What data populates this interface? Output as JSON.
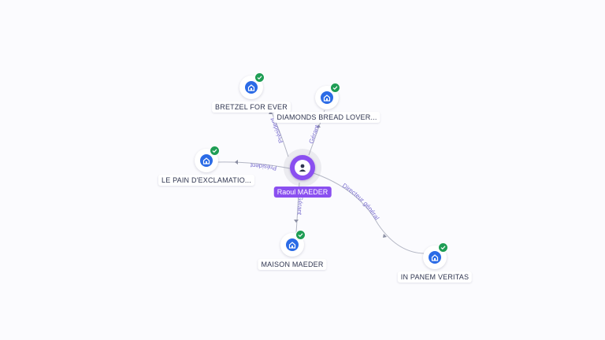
{
  "center": {
    "name": "Raoul MAEDER",
    "icon": "person-icon",
    "color": "#8a4ff0"
  },
  "companies": [
    {
      "id": "bretzel",
      "name": "BRETZEL FOR EVER",
      "icon": "building-icon",
      "status": "verified"
    },
    {
      "id": "diamonds",
      "name": "DIAMONDS BREAD LOVER...",
      "icon": "building-icon",
      "status": "verified"
    },
    {
      "id": "pain",
      "name": "LE PAIN D'EXCLAMATIO...",
      "icon": "building-icon",
      "status": "verified"
    },
    {
      "id": "maison",
      "name": "MAISON MAEDER",
      "icon": "building-icon",
      "status": "verified"
    },
    {
      "id": "panem",
      "name": "IN PANEM VERITAS",
      "icon": "building-icon",
      "status": "verified"
    }
  ],
  "relations": [
    {
      "to": "bretzel",
      "label": "Président"
    },
    {
      "to": "diamonds",
      "label": "Gérant"
    },
    {
      "to": "pain",
      "label": "Président"
    },
    {
      "to": "maison",
      "label": "Gérant"
    },
    {
      "to": "panem",
      "label": "Directeur général"
    }
  ],
  "colors": {
    "company": "#2b6be6",
    "verified": "#1f9d55",
    "edge_label": "#7b6fd0"
  }
}
